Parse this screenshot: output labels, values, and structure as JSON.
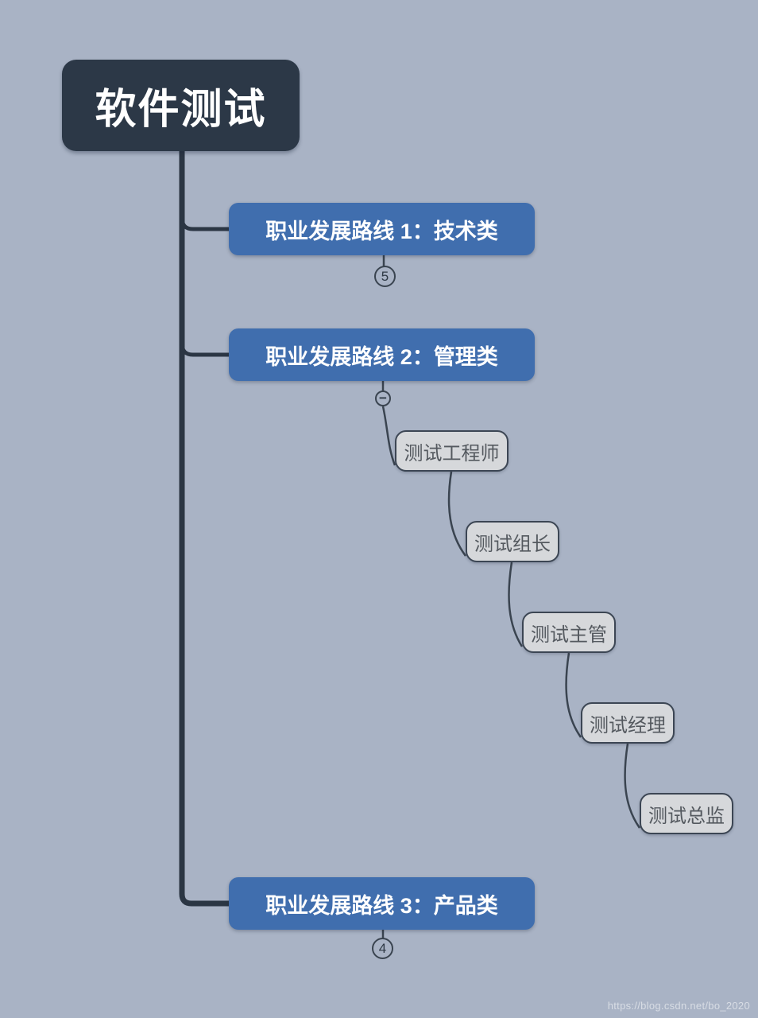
{
  "root": {
    "label": "软件测试"
  },
  "branches": [
    {
      "label": "职业发展路线 1：技术类",
      "collapsed_count": "5"
    },
    {
      "label": "职业发展路线 2：管理类",
      "toggle_glyph": "−",
      "children": [
        {
          "label": "测试工程师"
        },
        {
          "label": "测试组长"
        },
        {
          "label": "测试主管"
        },
        {
          "label": "测试经理"
        },
        {
          "label": "测试总监"
        }
      ]
    },
    {
      "label": "职业发展路线 3：产品类",
      "collapsed_count": "4"
    }
  ],
  "watermark": "https://blog.csdn.net/bo_2020",
  "colors": {
    "background": "#a9b3c5",
    "root_fill": "#2c3847",
    "branch_fill": "#406eae",
    "subtopic_fill": "#d6d8db",
    "trunk_line": "#2b3644",
    "wire_line": "#3a4450",
    "subtopic_border": "#3c4654",
    "subtopic_text": "#54595f",
    "badge_text": "#2e3945"
  }
}
